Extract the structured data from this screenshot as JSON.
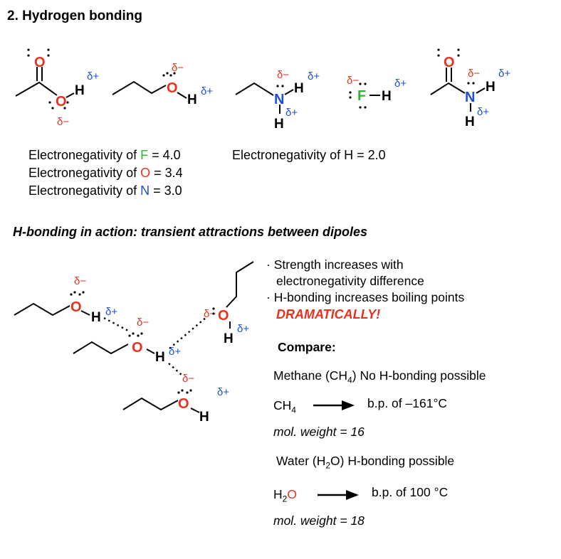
{
  "title": "2. Hydrogen bonding",
  "electronegativity": {
    "F": {
      "prefix": "Electronegativity of ",
      "atom": "F",
      "value": " = 4.0"
    },
    "O": {
      "prefix": "Electronegativity of ",
      "atom": "O",
      "value": " = 3.4"
    },
    "N": {
      "prefix": "Electronegativity of ",
      "atom": "N",
      "value": " = 3.0"
    },
    "H": {
      "text": "Electronegativity of H = 2.0"
    }
  },
  "subtitle": "H-bonding in action: transient attractions between dipoles",
  "bullets": {
    "b1_line1": "Strength increases with",
    "b1_line2": "electronegativity difference",
    "b2_line1": "H-bonding increases boiling points",
    "b2_line2": "DRAMATICALLY!"
  },
  "compare": {
    "label": "Compare:",
    "methane": {
      "desc_prefix": "Methane (CH",
      "desc_sub": "4",
      "desc_suffix": ") No H-bonding possible",
      "formula_main": "CH",
      "formula_sub": "4",
      "bp": "b.p. of  –161°C",
      "mw": "mol. weight = 16"
    },
    "water": {
      "desc_prefix": "Water (H",
      "desc_sub": "2",
      "desc_suffix": "O) H-bonding possible",
      "formula_main": "H",
      "formula_sub": "2",
      "formula_atom": "O",
      "bp": "b.p. of 100 °C",
      "mw": "mol. weight = 18"
    }
  },
  "atoms": {
    "O": "O",
    "N": "N",
    "F": "F",
    "H": "H"
  },
  "partial": {
    "neg": "δ−",
    "pos": "δ+"
  },
  "colors": {
    "oxygen": "#e8321e",
    "nitrogen": "#1f4fd8",
    "fluorine": "#2db52d",
    "positive": "#1f4fd8"
  }
}
